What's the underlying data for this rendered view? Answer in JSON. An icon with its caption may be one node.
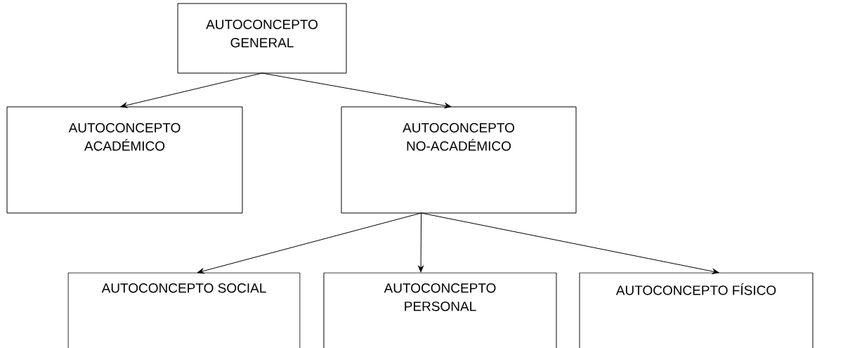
{
  "diagram": {
    "nodes": [
      {
        "text": [
          "AUTOCONCEPTO GENERAL"
        ]
      },
      {
        "text": [
          "AUTOCONCEPTO ACADÉMICO"
        ]
      },
      {
        "text": [
          "AUTOCONCEPTO NO-ACADÉMICO"
        ]
      },
      {
        "text": [
          "AUTOCONCEPTO SOCIAL"
        ]
      },
      {
        "text": [
          "AUTOCONCEPTO PERSONAL"
        ]
      },
      {
        "text": [
          "AUTOCONCEPTO FÍSICO"
        ]
      }
    ],
    "edges": [
      {
        "from": 0,
        "to": 1,
        "arrow": "to"
      },
      {
        "from": 0,
        "to": 2,
        "arrow": "to"
      },
      {
        "from": 2,
        "to": 3,
        "arrow": "to"
      },
      {
        "from": 2,
        "to": 4,
        "arrow": "to"
      },
      {
        "from": 2,
        "to": 5,
        "arrow": "to"
      }
    ]
  }
}
